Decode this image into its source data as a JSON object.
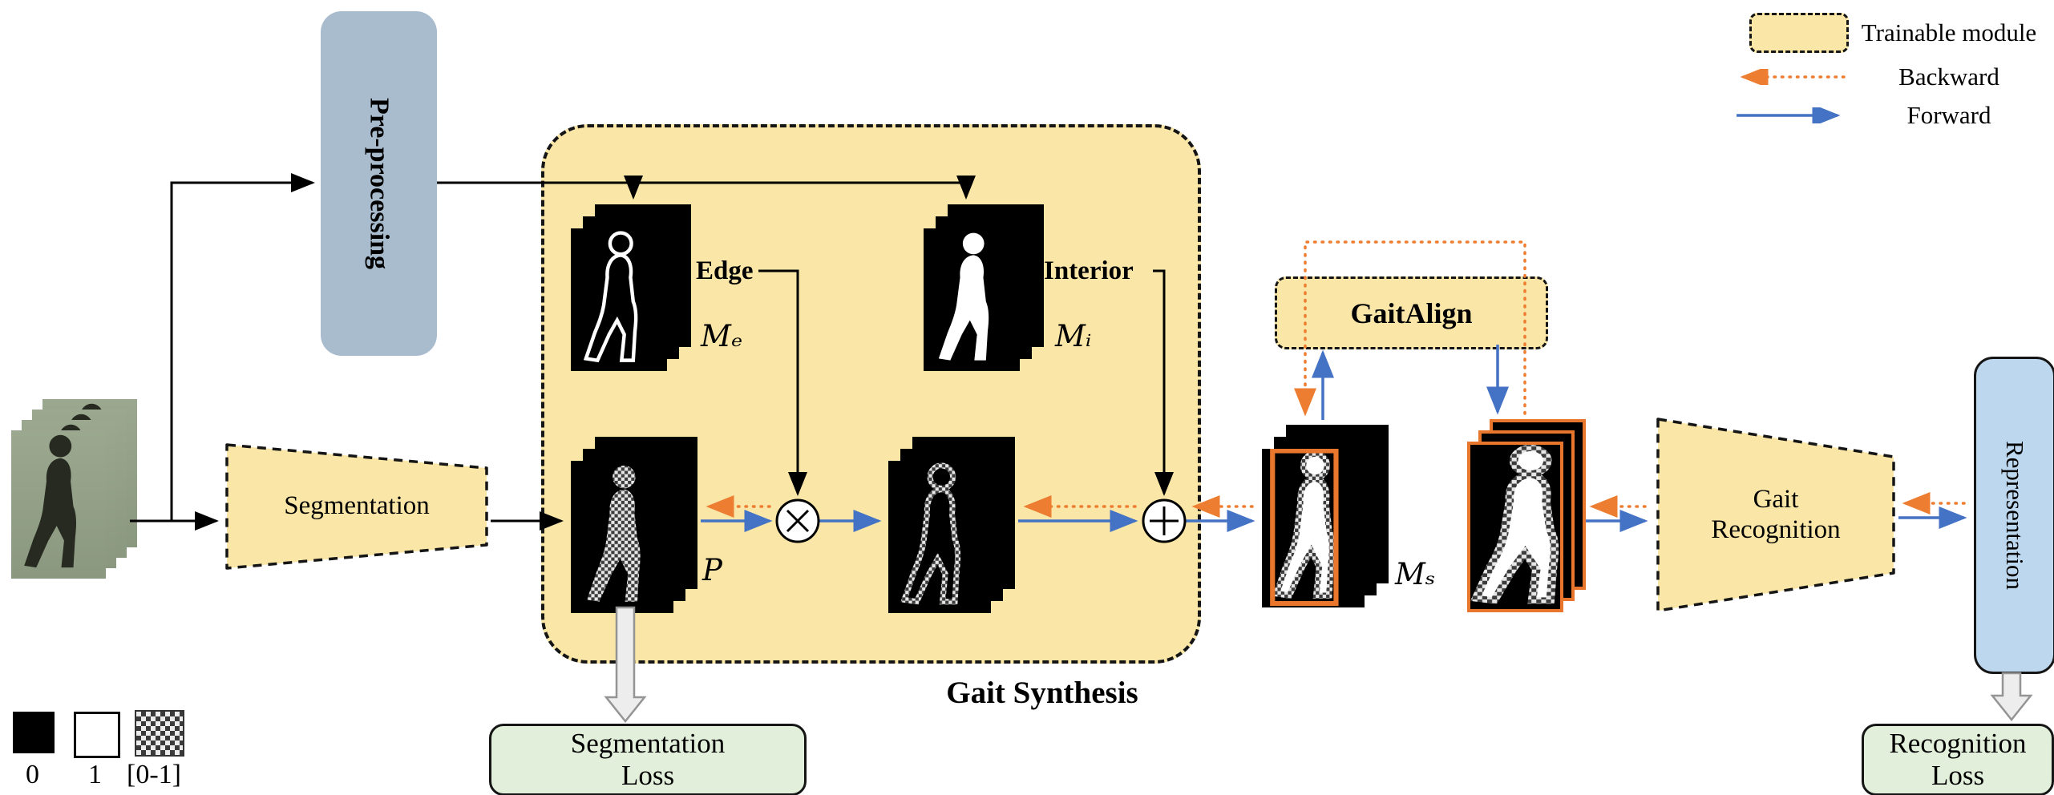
{
  "colors": {
    "module_fill": "#FAE7A8",
    "preprocessing_fill": "#A9BCCE",
    "representation_fill": "#BDD7EE",
    "loss_fill": "#E2EFDA",
    "forward_arrow": "#4472C4",
    "backward_arrow": "#ED7D31",
    "align_crop_box": "#E8762D",
    "mask_background": "#000000"
  },
  "modules": {
    "preprocessing": "Pre-processing",
    "segmentation": "Segmentation",
    "gait_synthesis": "Gait Synthesis",
    "gait_align": "GaitAlign",
    "gait_recognition": "Gait\nRecognition",
    "representation": "Representation",
    "segmentation_loss": "Segmentation\nLoss",
    "recognition_loss": "Recognition\nLoss"
  },
  "masks": {
    "edge_label": "Edge",
    "interior_label": "Interior",
    "edge_symbol": "Mₑ",
    "interior_symbol": "Mᵢ",
    "probability_symbol": "P",
    "synthesis_symbol": "Mₛ"
  },
  "operators": {
    "multiply": "⊗",
    "add": "⊕"
  },
  "legend": {
    "trainable_label": "Trainable module",
    "backward_label": "Backward",
    "forward_label": "Forward"
  },
  "pixel_legend": {
    "zero": "0",
    "one": "1",
    "range": "[0-1]"
  }
}
